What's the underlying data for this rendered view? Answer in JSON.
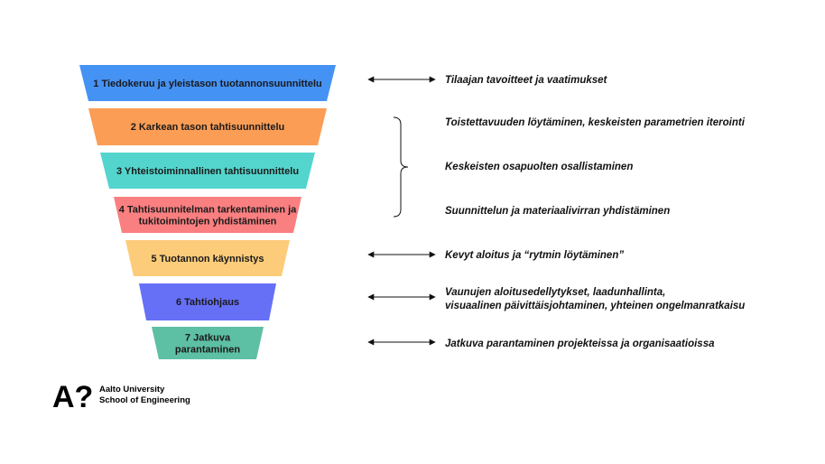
{
  "stages": [
    {
      "lines": [
        "1 Tiedokeruu ja yleistason tuotannonsuunnittelu"
      ],
      "color": "#4592f5"
    },
    {
      "lines": [
        "2 Karkean tason tahtisuunnittelu"
      ],
      "color": "#fb9d55"
    },
    {
      "lines": [
        "3 Yhteistoiminnallinen tahtisuunnittelu"
      ],
      "color": "#53d5cd"
    },
    {
      "lines": [
        "4 Tahtisuunnitelman tarkentaminen ja",
        "tukitoimintojen yhdistäminen"
      ],
      "color": "#fa7f80"
    },
    {
      "lines": [
        "5 Tuotannon käynnistys"
      ],
      "color": "#fdcc7a"
    },
    {
      "lines": [
        "6 Tahtiohjaus"
      ],
      "color": "#6670f7"
    },
    {
      "lines": [
        "7 Jatkuva",
        "parantaminen"
      ],
      "color": "#5dbfa4"
    }
  ],
  "descriptions": [
    {
      "lines": [
        "Tilaajan tavoitteet ja vaatimukset"
      ]
    },
    {
      "lines": [
        "Toistettavuuden löytäminen, keskeisten parametrien iterointi"
      ]
    },
    {
      "lines": [
        "Keskeisten osapuolten osallistaminen"
      ]
    },
    {
      "lines": [
        "Suunnittelun ja materiaalivirran yhdistäminen"
      ]
    },
    {
      "lines": [
        "Kevyt aloitus ja “rytmin löytäminen”"
      ]
    },
    {
      "lines": [
        "Vaunujen aloitusedellytykset, laadunhallinta,",
        "visuaalinen päivittäisjohtaminen, yhteinen ongelmanratkaisu"
      ]
    },
    {
      "lines": [
        "Jatkuva parantaminen projekteissa ja organisaatioissa"
      ]
    }
  ],
  "logo": {
    "mark": "A?",
    "line1": "Aalto University",
    "line2": "School of Engineering"
  }
}
